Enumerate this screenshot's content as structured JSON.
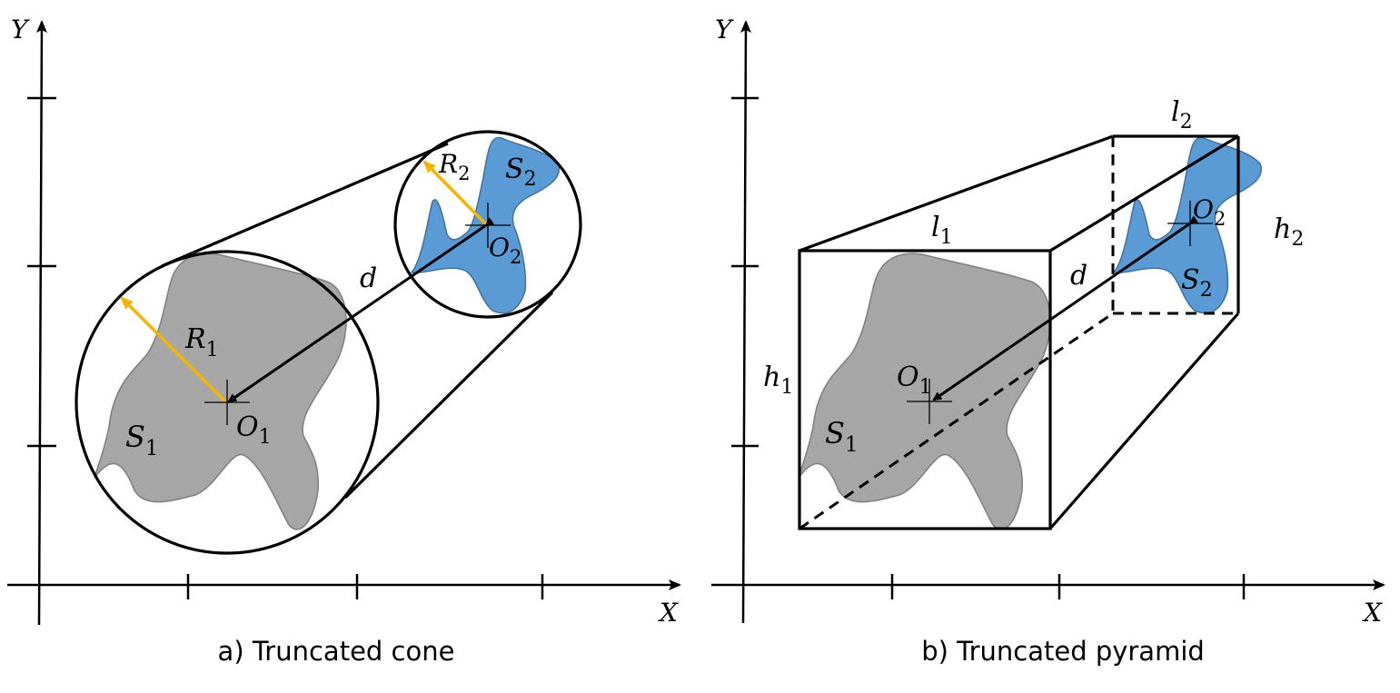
{
  "panel_a": {
    "caption": "a) Truncated cone",
    "axis_x": "X",
    "axis_y": "Y",
    "R1": {
      "main": "R",
      "sub": "1"
    },
    "R2": {
      "main": "R",
      "sub": "2"
    },
    "S1": {
      "main": "S",
      "sub": "1"
    },
    "S2": {
      "main": "S",
      "sub": "2"
    },
    "O1": {
      "main": "O",
      "sub": "1"
    },
    "O2": {
      "main": "O",
      "sub": "2"
    },
    "d": "d"
  },
  "panel_b": {
    "caption": "b) Truncated pyramid",
    "axis_x": "X",
    "axis_y": "Y",
    "l1": {
      "main": "l",
      "sub": "1"
    },
    "l2": {
      "main": "l",
      "sub": "2"
    },
    "h1": {
      "main": "h",
      "sub": "1"
    },
    "h2": {
      "main": "h",
      "sub": "2"
    },
    "S1": {
      "main": "S",
      "sub": "1"
    },
    "S2": {
      "main": "S",
      "sub": "2"
    },
    "O1": {
      "main": "O",
      "sub": "1"
    },
    "O2": {
      "main": "O",
      "sub": "2"
    },
    "d": "d"
  },
  "colors": {
    "shape_gray": "#a6a6a6",
    "shape_blue": "#5b9bd5",
    "radius_arrow": "#f4b400"
  }
}
